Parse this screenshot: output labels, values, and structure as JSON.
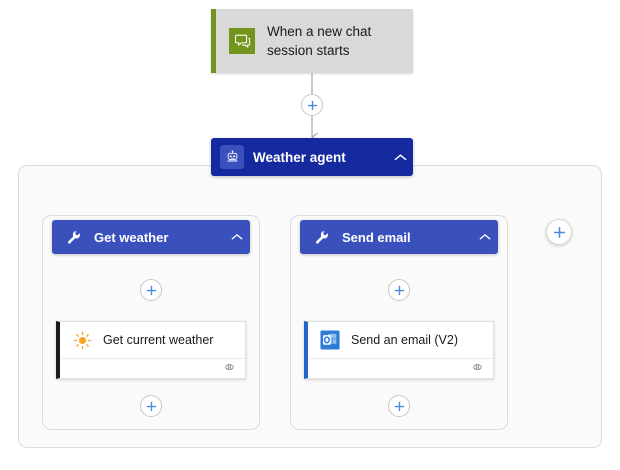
{
  "canvas": {
    "background_color": "#ffffff",
    "group_background_color": "#fafafa",
    "connector_color": "#b3b3b3"
  },
  "trigger": {
    "label": "When a new chat session starts",
    "icon": "chat-bubbles-icon",
    "accent_color": "#73951d",
    "background_color": "#d9d9d9"
  },
  "agent": {
    "label": "Weather agent",
    "icon": "robot-icon",
    "collapse_icon": "chevron-up-icon",
    "background_color": "#152a9e"
  },
  "branches": [
    {
      "tool": {
        "label": "Get weather",
        "icon": "wrench-icon",
        "collapse_icon": "chevron-up-icon",
        "background_color": "#3a51bd"
      },
      "action": {
        "label": "Get current weather",
        "icon": "sun-icon",
        "footer_icon": "connector-link-icon",
        "accent_color": "#1b1b1b"
      },
      "add_above_action_label": "+",
      "add_below_action_label": "+"
    },
    {
      "tool": {
        "label": "Send email",
        "icon": "wrench-icon",
        "collapse_icon": "chevron-up-icon",
        "background_color": "#3a51bd"
      },
      "action": {
        "label": "Send an email (V2)",
        "icon": "outlook-icon",
        "footer_icon": "connector-link-icon",
        "accent_color": "#2266cc"
      },
      "add_above_action_label": "+",
      "add_below_action_label": "+"
    }
  ],
  "buttons": {
    "add_step_label": "+",
    "add_tool_label": "+",
    "plus_color": "#4a8ae0"
  }
}
